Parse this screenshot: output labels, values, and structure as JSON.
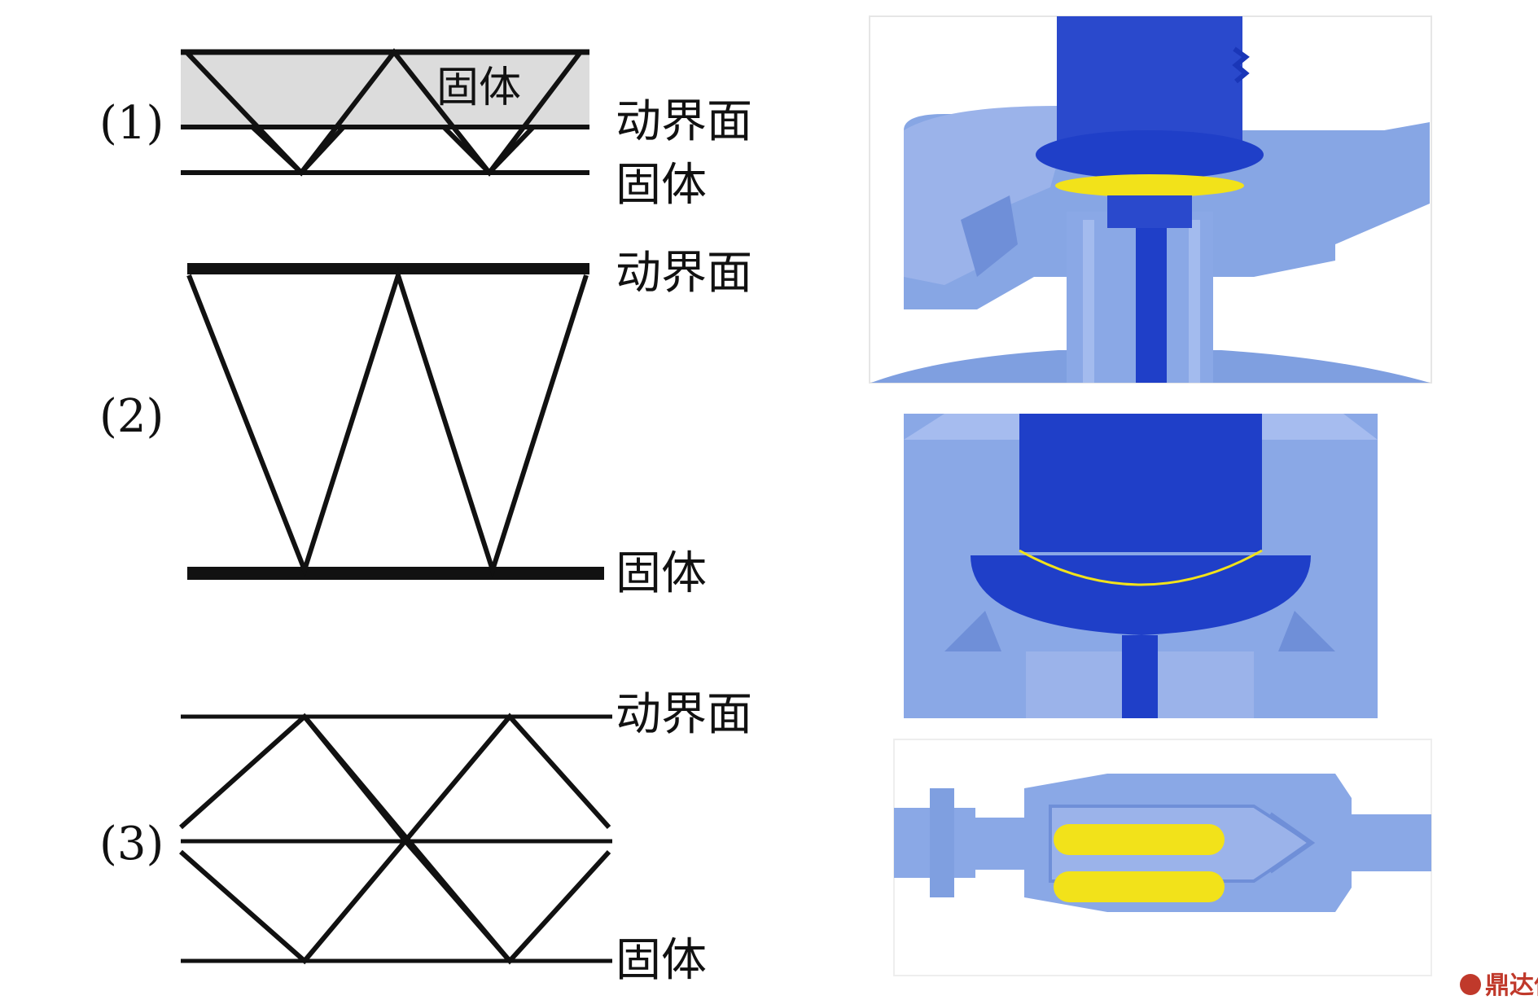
{
  "labels": {
    "case1": "(1)",
    "case2": "(2)",
    "case3": "(3)",
    "solid": "固体",
    "moving_interface": "动界面",
    "solid_inner": "固体"
  },
  "watermark": "鼎达信",
  "colors": {
    "line": "#111111",
    "shade": "#dcdcdc",
    "model_light": "#7f9fe0",
    "model_mid": "#5c80d6",
    "model_dark": "#1f3fc8",
    "model_highlight": "#f2e21a"
  }
}
